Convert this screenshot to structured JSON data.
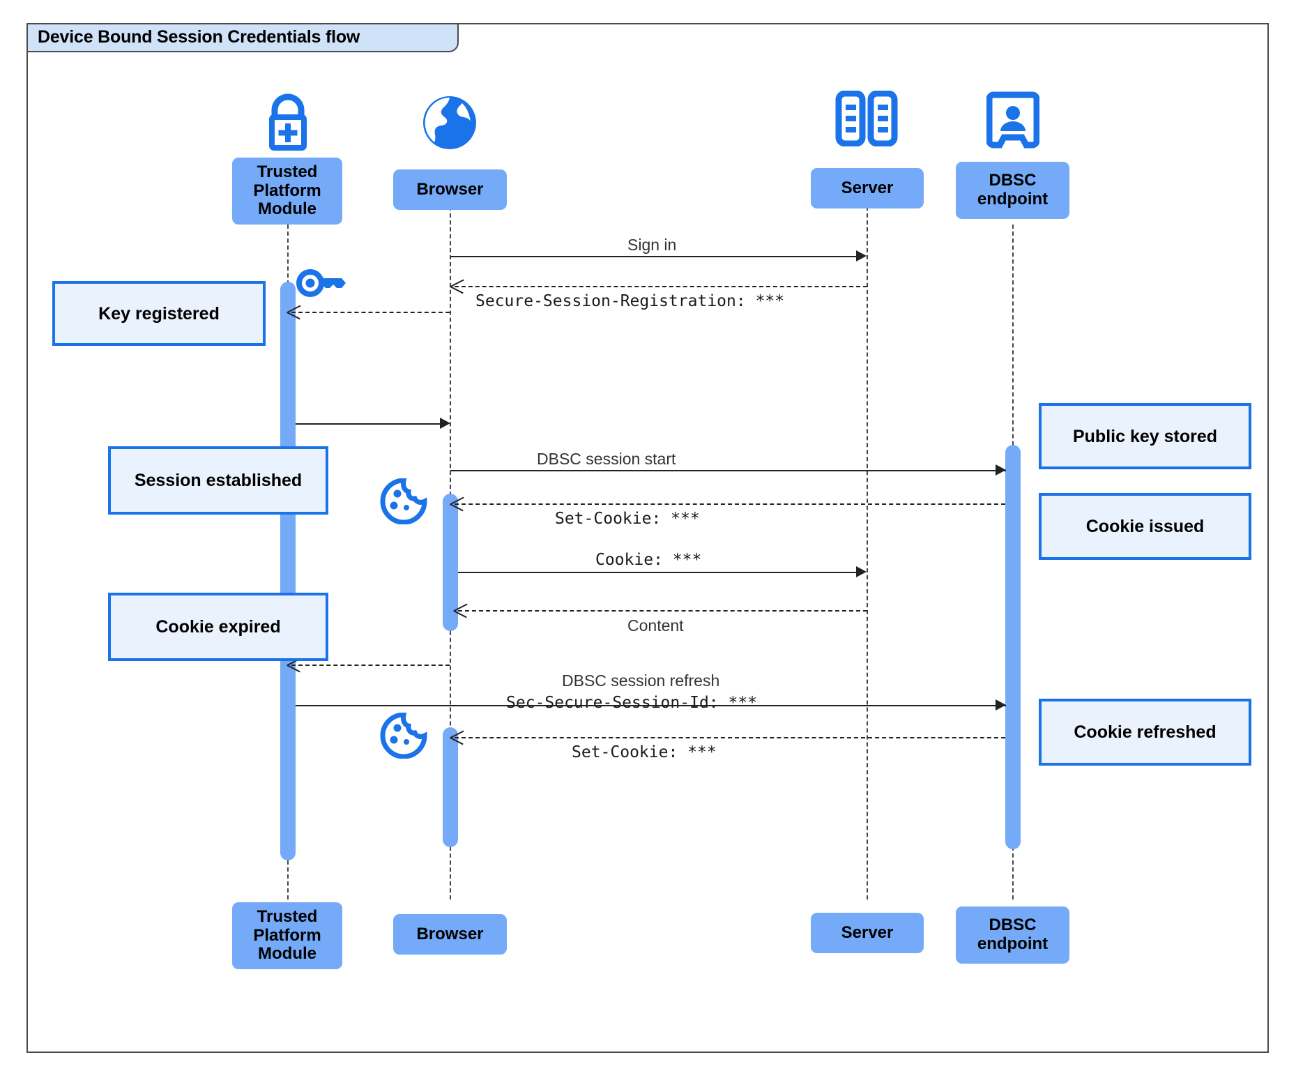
{
  "diagram": {
    "title": "Device Bound Session Credentials flow",
    "type": "sequence-diagram",
    "colors": {
      "participant_fill": "#74aaf8",
      "note_fill": "#eaf2fd",
      "note_border": "#1a73e8",
      "icon_blue": "#1a73e8",
      "activation_fill": "#74aaf8",
      "frame_border": "#4a4a4a",
      "frame_label_fill": "#cfe2f8"
    }
  },
  "participants": [
    {
      "id": "tpm",
      "label": "Trusted Platform Module",
      "icon": "lock-plus-icon"
    },
    {
      "id": "browser",
      "label": "Browser",
      "icon": "globe-icon"
    },
    {
      "id": "server",
      "label": "Server",
      "icon": "server-rack-icon"
    },
    {
      "id": "dbsc",
      "label": "DBSC endpoint",
      "icon": "id-badge-icon"
    }
  ],
  "messages": [
    {
      "id": "m1",
      "from": "browser",
      "to": "server",
      "label": "Sign in",
      "style": "solid",
      "font": "proportional"
    },
    {
      "id": "m2",
      "from": "server",
      "to": "browser",
      "label": "Secure-Session-Registration: ***",
      "style": "dashed",
      "font": "mono"
    },
    {
      "id": "m3",
      "from": "browser",
      "to": "tpm",
      "label": "",
      "style": "dashed",
      "font": "mono"
    },
    {
      "id": "m4",
      "from": "tpm",
      "to": "browser",
      "label": "",
      "style": "solid",
      "font": "mono"
    },
    {
      "id": "m5",
      "from": "browser",
      "to": "dbsc",
      "label": "DBSC session start",
      "style": "solid",
      "font": "proportional"
    },
    {
      "id": "m6",
      "from": "dbsc",
      "to": "browser",
      "label": "Set-Cookie: ***",
      "style": "dashed",
      "font": "mono"
    },
    {
      "id": "m7",
      "from": "browser",
      "to": "server",
      "label": "Cookie: ***",
      "style": "solid",
      "font": "mono"
    },
    {
      "id": "m8",
      "from": "server",
      "to": "browser",
      "label": "Content",
      "style": "dashed",
      "font": "proportional"
    },
    {
      "id": "m9",
      "from": "browser",
      "to": "tpm",
      "label": "",
      "style": "dashed",
      "font": "mono"
    },
    {
      "id": "m10",
      "from": "tpm",
      "to": "dbsc",
      "label": "DBSC session refresh",
      "label2": "Sec-Secure-Session-Id: ***",
      "style": "solid",
      "font": "proportional"
    },
    {
      "id": "m11",
      "from": "dbsc",
      "to": "browser",
      "label": "Set-Cookie: ***",
      "style": "dashed",
      "font": "mono"
    }
  ],
  "notes": [
    {
      "id": "n1",
      "side": "left",
      "text": "Key registered",
      "target": "tpm"
    },
    {
      "id": "n2",
      "side": "left",
      "text": "Session established",
      "target": "tpm"
    },
    {
      "id": "n3",
      "side": "left",
      "text": "Cookie expired",
      "target": "tpm"
    },
    {
      "id": "n4",
      "side": "right",
      "text": "Public key stored",
      "target": "dbsc"
    },
    {
      "id": "n5",
      "side": "right",
      "text": "Cookie issued",
      "target": "dbsc"
    },
    {
      "id": "n6",
      "side": "right",
      "text": "Cookie refreshed",
      "target": "dbsc"
    }
  ],
  "inline_icons": [
    {
      "id": "i1",
      "name": "key-icon",
      "near": "tpm"
    },
    {
      "id": "i2",
      "name": "cookie-icon",
      "near": "browser"
    },
    {
      "id": "i3",
      "name": "cookie-icon",
      "near": "browser"
    }
  ]
}
